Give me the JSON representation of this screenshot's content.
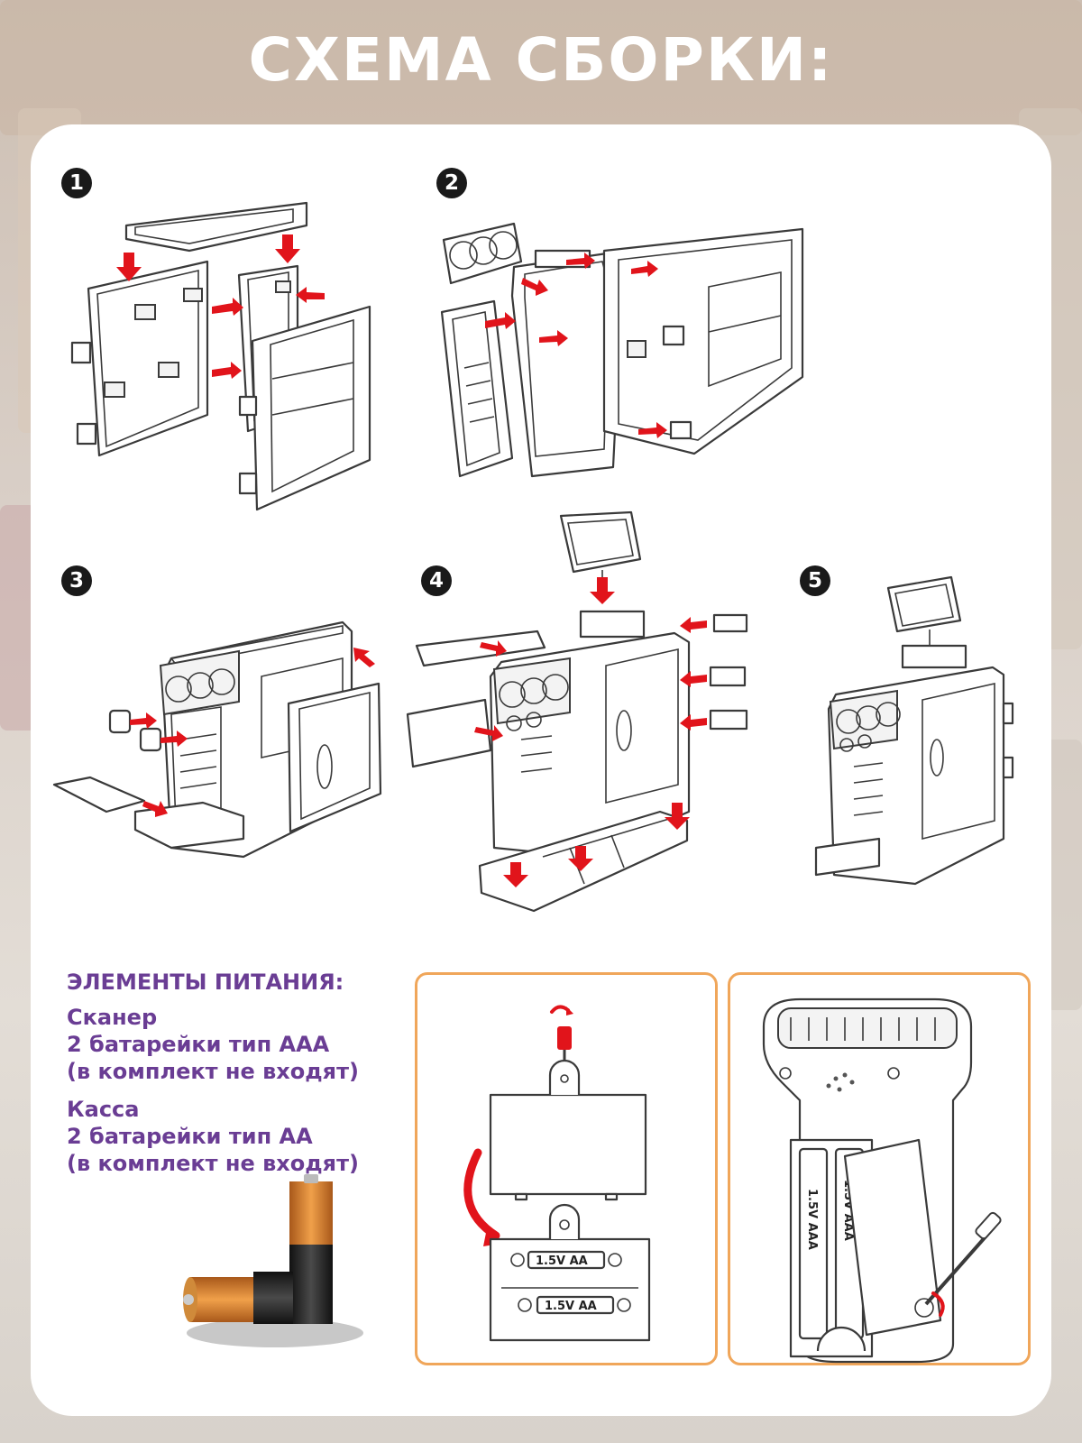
{
  "header": {
    "title": "СХЕМА СБОРКИ:"
  },
  "steps": [
    {
      "number": "1"
    },
    {
      "number": "2"
    },
    {
      "number": "3"
    },
    {
      "number": "4"
    },
    {
      "number": "5"
    }
  ],
  "power": {
    "heading": "ЭЛЕМЕНТЫ ПИТАНИЯ:",
    "scanner": {
      "name": "Сканер",
      "batteries": "2 батарейки тип AAA",
      "note": "(в комплект не входят)"
    },
    "register": {
      "name": "Касса",
      "batteries": "2 батарейки тип AA",
      "note": "(в комплект не входят)"
    }
  },
  "battery_labels": {
    "aa": "1.5V  AA",
    "aaa": "1.5V  AAA"
  },
  "colors": {
    "title": "#ffffff",
    "step_badge": "#1a1a1a",
    "arrow": "#e1141b",
    "power_text": "#6a3d94",
    "box_border": "#f0a65a"
  }
}
